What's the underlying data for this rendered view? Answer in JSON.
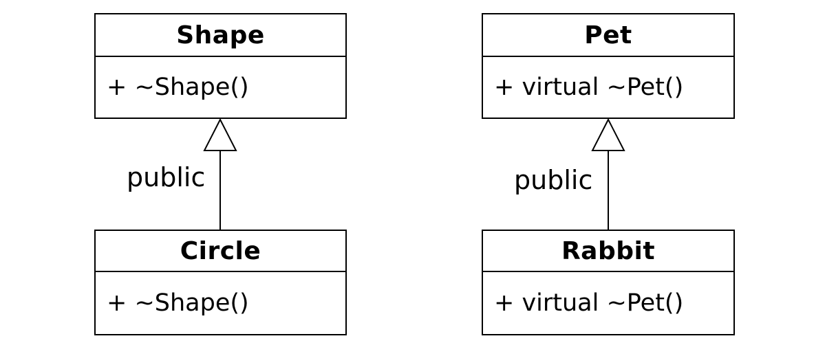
{
  "diagrams": [
    {
      "base": {
        "name": "Shape",
        "member": "+ ~Shape()"
      },
      "derived": {
        "name": "Circle",
        "member": "+ ~Shape()"
      },
      "relation_label": "public"
    },
    {
      "base": {
        "name": "Pet",
        "member": "+ virtual ~Pet()"
      },
      "derived": {
        "name": "Rabbit",
        "member": "+ virtual ~Pet()"
      },
      "relation_label": "public"
    }
  ],
  "colors": {
    "stroke": "#000000",
    "background": "#ffffff"
  }
}
